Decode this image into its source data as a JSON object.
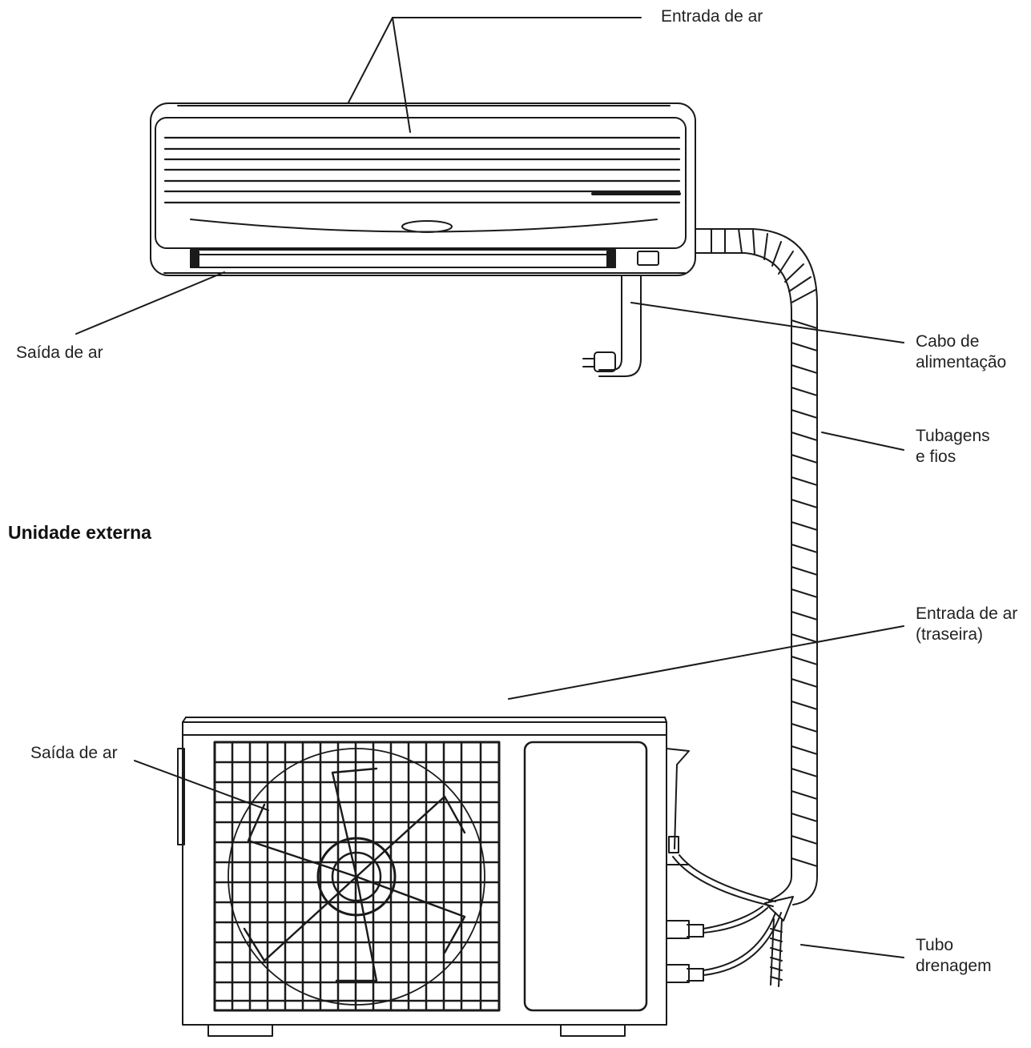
{
  "section_title": "Unidade externa",
  "labels": {
    "air_inlet_top": "Entrada de ar",
    "air_outlet_indoor": "Saída de ar",
    "power_cable": [
      "Cabo de",
      "alimentação"
    ],
    "pipes_wires": [
      "Tubagens",
      "e fios"
    ],
    "air_inlet_rear": [
      "Entrada de ar",
      "(traseira)"
    ],
    "air_outlet_outdoor": "Saída de ar",
    "drain_pipe": [
      "Tubo",
      "drenagem"
    ]
  },
  "colors": {
    "line": "#1a1a1a",
    "text": "#222222"
  }
}
